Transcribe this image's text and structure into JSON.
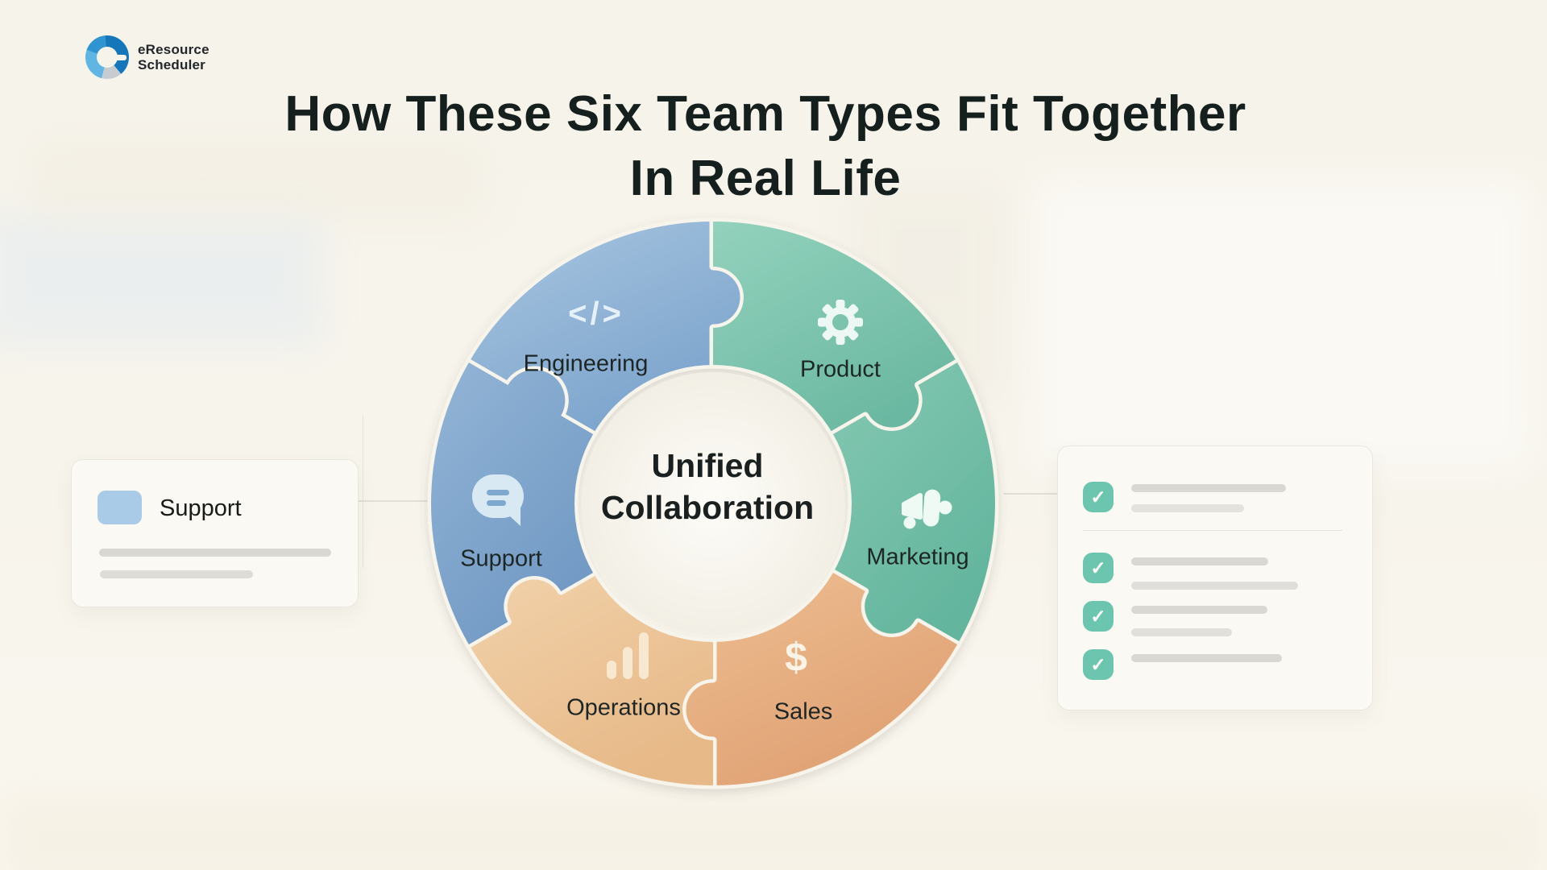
{
  "logo": {
    "line1": "eResource",
    "line2": "Scheduler"
  },
  "title": {
    "line1": "How These Six Team Types Fit Together",
    "line2": "In Real Life"
  },
  "diagram": {
    "center": {
      "line1": "Unified",
      "line2": "Collaboration"
    },
    "segments": [
      {
        "id": "engineering",
        "label": "Engineering",
        "icon": "code-icon",
        "icon_glyph": "</>",
        "color_light": "#a9c6e0",
        "color_dark": "#7ba3cc"
      },
      {
        "id": "product",
        "label": "Product",
        "icon": "gear-icon",
        "icon_glyph": "",
        "color_light": "#93d2bd",
        "color_dark": "#6bb8a1"
      },
      {
        "id": "marketing",
        "label": "Marketing",
        "icon": "megaphone-icon",
        "icon_glyph": "",
        "color_light": "#85c8b2",
        "color_dark": "#63b59d"
      },
      {
        "id": "sales",
        "label": "Sales",
        "icon": "dollar-icon",
        "icon_glyph": "$",
        "color_light": "#eebf93",
        "color_dark": "#dfa072"
      },
      {
        "id": "operations",
        "label": "Operations",
        "icon": "bar-chart-icon",
        "icon_glyph": "",
        "color_light": "#f2d2ab",
        "color_dark": "#e7b988"
      },
      {
        "id": "support",
        "label": "Support",
        "icon": "chat-bubble-icon",
        "icon_glyph": "",
        "color_light": "#93b5d6",
        "color_dark": "#7199c4"
      }
    ]
  },
  "left_card": {
    "label": "Support",
    "swatch_color": "#a9cbe7"
  },
  "right_card": {
    "check_glyph": "✓",
    "check_color": "#6cc5ae"
  },
  "colors": {
    "background": "#f7f4ec",
    "title_text": "#151f1e",
    "label_text": "#1d2625"
  }
}
